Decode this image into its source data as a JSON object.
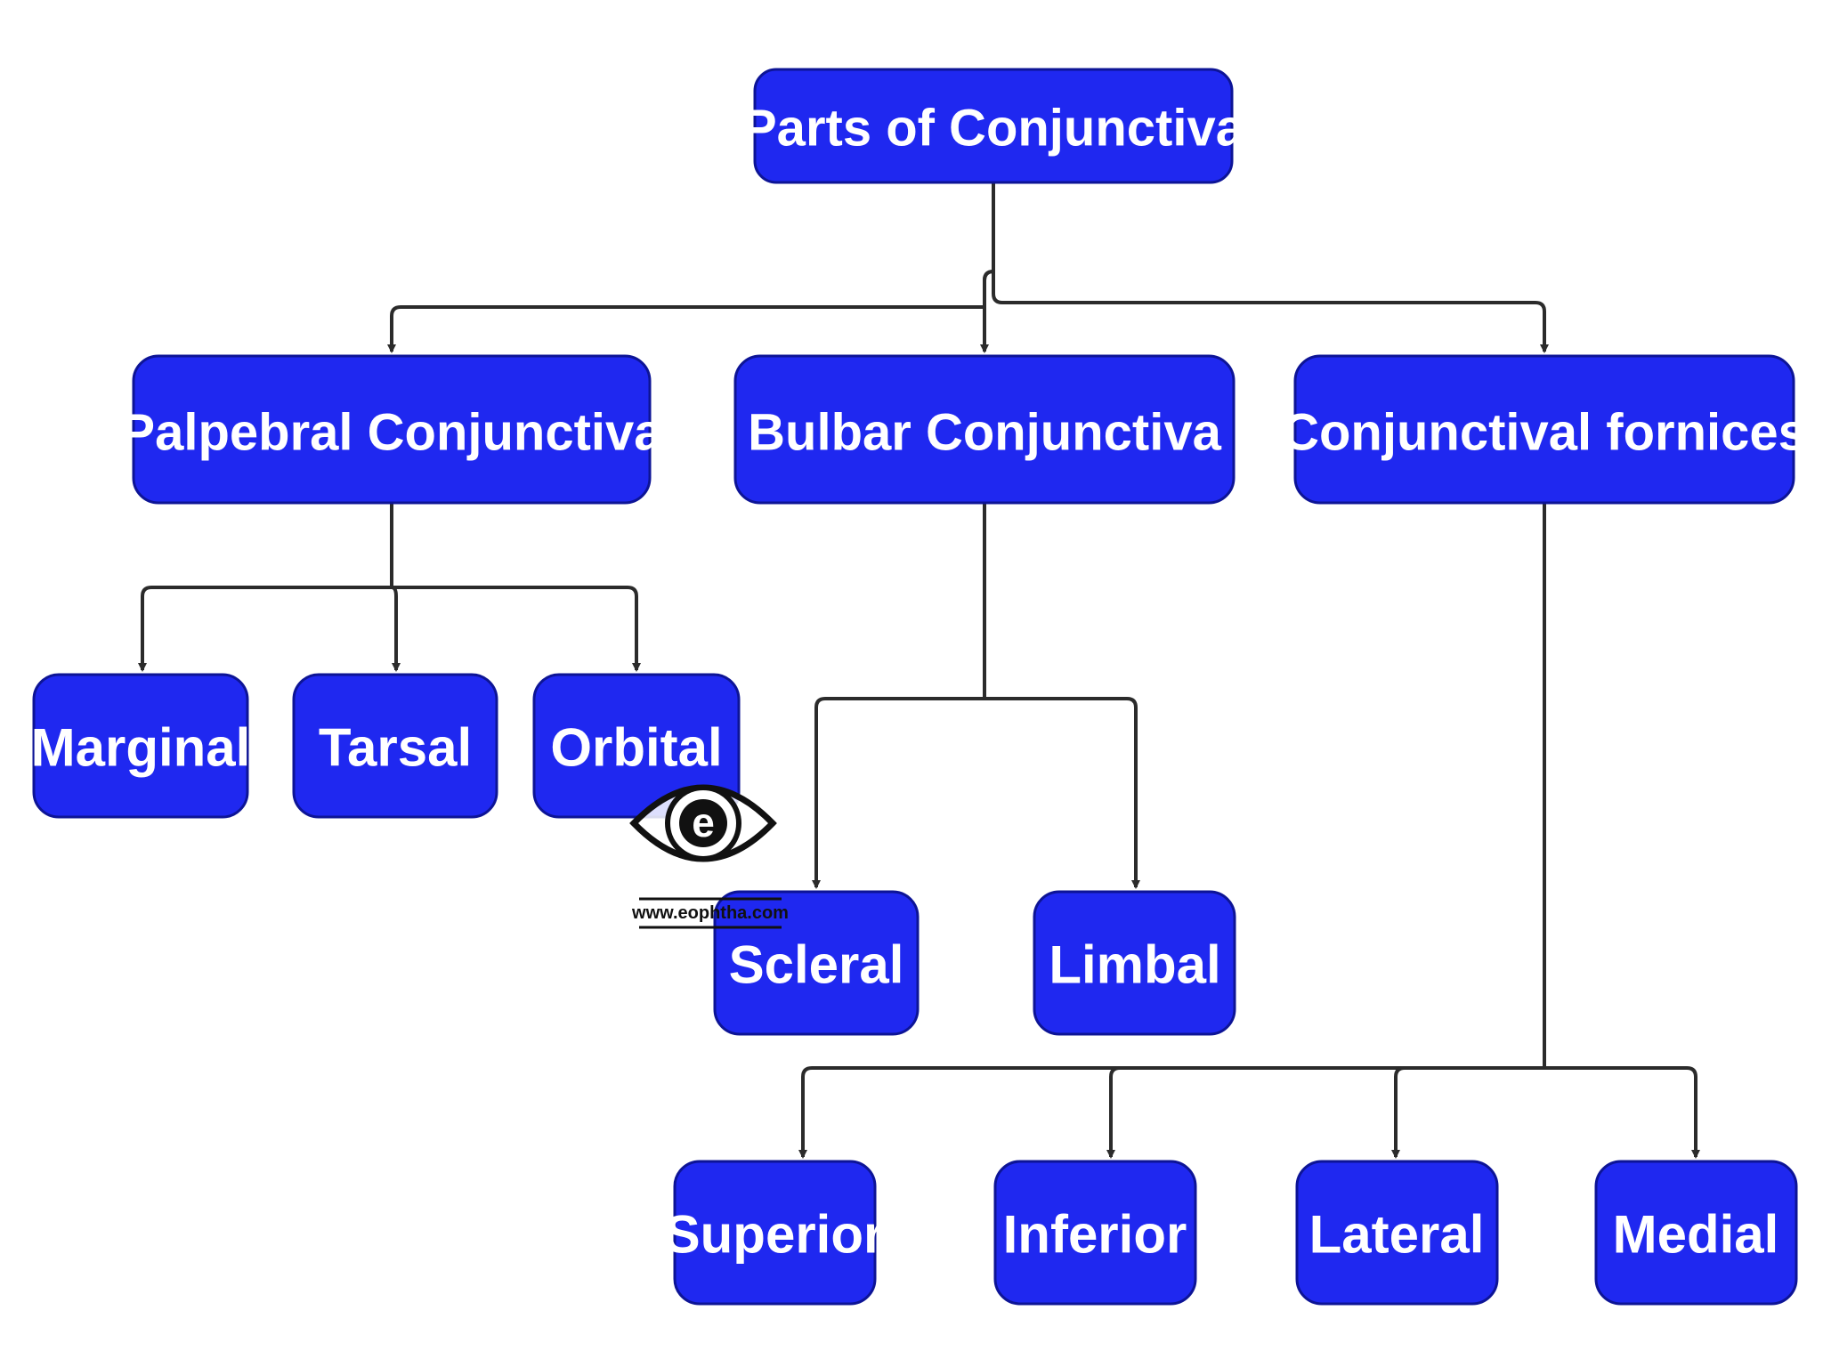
{
  "diagram": {
    "root": {
      "label": "Parts of Conjunctiva"
    },
    "palpebral": {
      "label": "Palpebral Conjunctiva"
    },
    "bulbar": {
      "label": "Bulbar Conjunctiva"
    },
    "fornices": {
      "label": "Conjunctival fornices"
    },
    "marginal": {
      "label": "Marginal"
    },
    "tarsal": {
      "label": "Tarsal"
    },
    "orbital": {
      "label": "Orbital"
    },
    "scleral": {
      "label": "Scleral"
    },
    "limbal": {
      "label": "Limbal"
    },
    "superior": {
      "label": "Superior"
    },
    "inferior": {
      "label": "Inferior"
    },
    "lateral": {
      "label": "Lateral"
    },
    "medial": {
      "label": "Medial"
    }
  },
  "watermark": {
    "letter": "e",
    "url": "www.eophtha.com",
    "icon": "eye-logo-icon"
  },
  "colors": {
    "node_fill": "#1f28f0",
    "node_text": "#ffffff",
    "edge": "#2b2b2b"
  }
}
